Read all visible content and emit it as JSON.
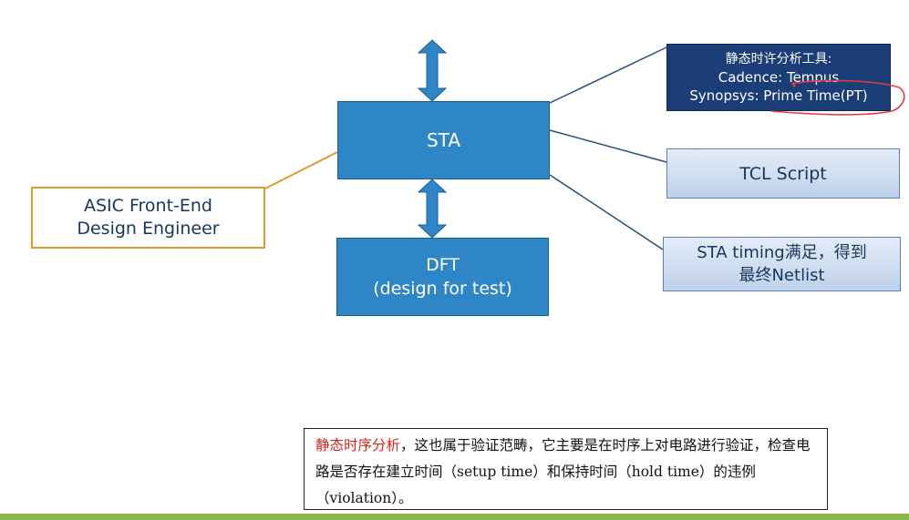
{
  "diagram": {
    "sta_label": "STA",
    "dft_line1": "DFT",
    "dft_line2": "(design for test)",
    "engineer_line1": "ASIC Front-End",
    "engineer_line2": "Design Engineer",
    "tools_title": "静态时许分析工具:",
    "tools_cadence": "Cadence: Tempus",
    "tools_synopsys": "Synopsys: Prime Time(PT)",
    "tcl_label": "TCL Script",
    "netlist_line1": "STA timing满足，得到",
    "netlist_line2": "最终Netlist"
  },
  "note": {
    "highlight": "静态时序分析",
    "body": "，这也属于验证范畴，它主要是在时序上对电路进行验证，检查电路是否存在建立时间（setup time）和保持时间（hold time）的违例（violation）。"
  },
  "colors": {
    "main_box": "#2f86c6",
    "tools_box": "#1b3d78",
    "light_box": "#bed1ea",
    "engineer_border": "#e09a2a",
    "highlight_text": "#e0241b",
    "annotation": "#e53a3a",
    "bottom_bar": "#8bb84a"
  }
}
